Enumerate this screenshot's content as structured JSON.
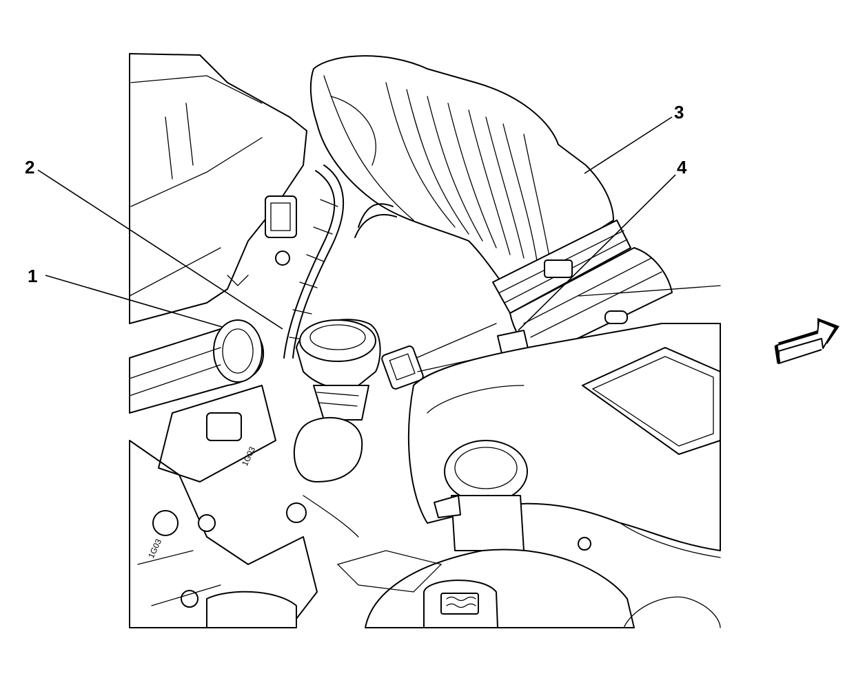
{
  "callouts": [
    {
      "id": "1",
      "label": "1"
    },
    {
      "id": "2",
      "label": "2"
    },
    {
      "id": "3",
      "label": "3"
    },
    {
      "id": "4",
      "label": "4"
    }
  ],
  "component_marks": {
    "throttle_body_mark": "1G03",
    "lower_mark": "1G03"
  },
  "direction_indicator": {
    "icon": "front-direction-arrow-icon"
  }
}
